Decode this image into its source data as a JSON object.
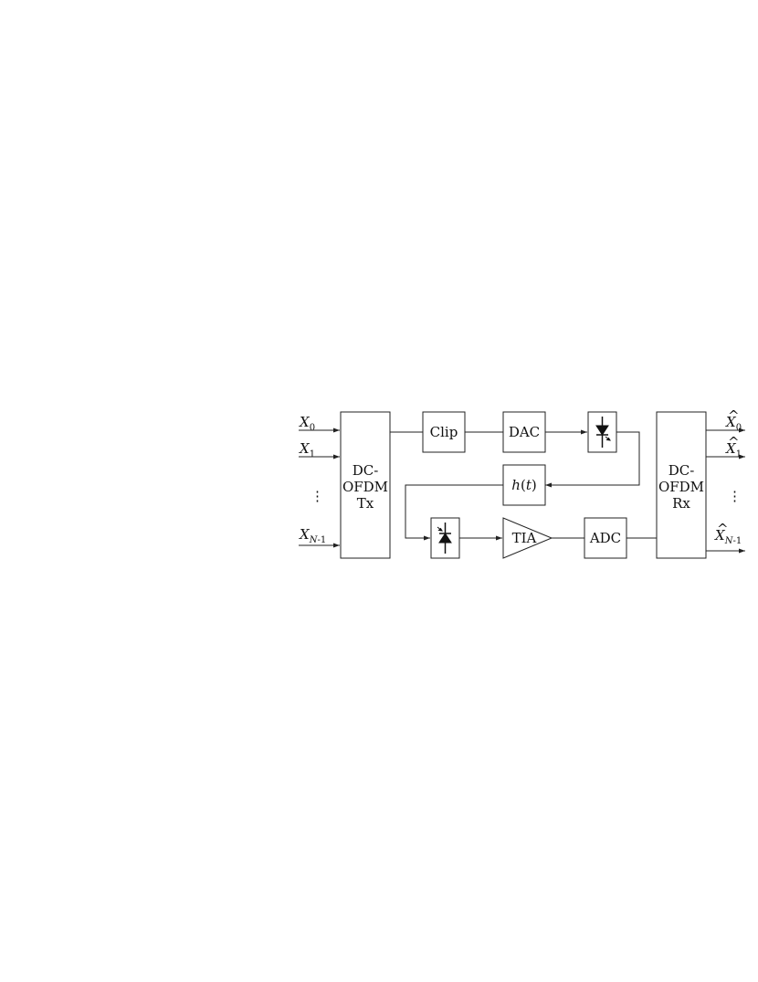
{
  "diagram": {
    "inputs": {
      "x0": {
        "base": "X",
        "sub": "0"
      },
      "x1": {
        "base": "X",
        "sub": "1"
      },
      "xn": {
        "base": "X",
        "sub_var": "N",
        "sub_rest": "-1"
      },
      "dots": "⋮"
    },
    "outputs": {
      "x0": {
        "base": "X",
        "sub": "0"
      },
      "x1": {
        "base": "X",
        "sub": "1"
      },
      "xn": {
        "base": "X",
        "sub_var": "N",
        "sub_rest": "-1"
      },
      "dots": "⋮",
      "hat": "^"
    },
    "tx": {
      "line1": "DC-",
      "line2": "OFDM",
      "line3": "Tx"
    },
    "rx": {
      "line1": "DC-",
      "line2": "OFDM",
      "line3": "Rx"
    },
    "clip": "Clip",
    "dac": "DAC",
    "channel": {
      "func": "h",
      "open": "(",
      "var": "t",
      "close": ")"
    },
    "tia": "TIA",
    "adc": "ADC"
  },
  "icons": {
    "transmitter": "led-icon",
    "receiver": "photodiode-icon"
  }
}
